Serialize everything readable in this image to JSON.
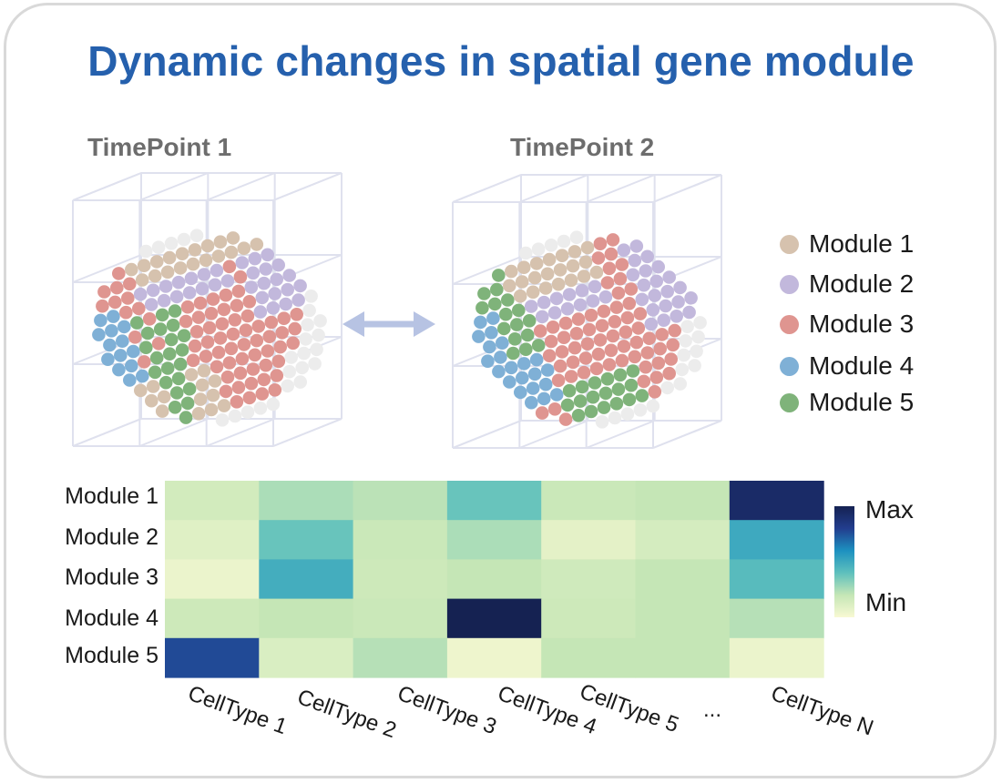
{
  "title": "Dynamic changes in spatial gene module",
  "timepoints": [
    {
      "label": "TimePoint 1"
    },
    {
      "label": "TimePoint 2"
    }
  ],
  "arrow": {
    "color": "#b7c3e3"
  },
  "legend": [
    {
      "label": "Module 1",
      "color": "#d6c2ae"
    },
    {
      "label": "Module 2",
      "color": "#c2b8dc"
    },
    {
      "label": "Module 3",
      "color": "#df9590"
    },
    {
      "label": "Module 4",
      "color": "#7fb0d6"
    },
    {
      "label": "Module 5",
      "color": "#7fb37a"
    }
  ],
  "background_spot_color": "#ececec",
  "chart_data": {
    "type": "heatmap",
    "rows": [
      "Module 1",
      "Module 2",
      "Module 3",
      "Module 4",
      "Module 5"
    ],
    "columns": [
      "CellType 1",
      "CellType 2",
      "CellType 3",
      "CellType 4",
      "CellType 5",
      "...",
      "CellType N"
    ],
    "values": [
      [
        0.15,
        0.25,
        0.22,
        0.38,
        0.18,
        0.2,
        0.93
      ],
      [
        0.1,
        0.38,
        0.18,
        0.25,
        0.08,
        0.14,
        0.5
      ],
      [
        0.05,
        0.48,
        0.17,
        0.2,
        0.16,
        0.2,
        0.42
      ],
      [
        0.17,
        0.2,
        0.18,
        1.0,
        0.17,
        0.2,
        0.23
      ],
      [
        0.77,
        0.12,
        0.23,
        0.04,
        0.2,
        0.2,
        0.05
      ]
    ],
    "colorbar": {
      "max_label": "Max",
      "min_label": "Min",
      "colors": [
        "#f8f9d3",
        "#c5e6b6",
        "#5ec0bd",
        "#1d91c0",
        "#223d8e",
        "#152252"
      ]
    }
  }
}
